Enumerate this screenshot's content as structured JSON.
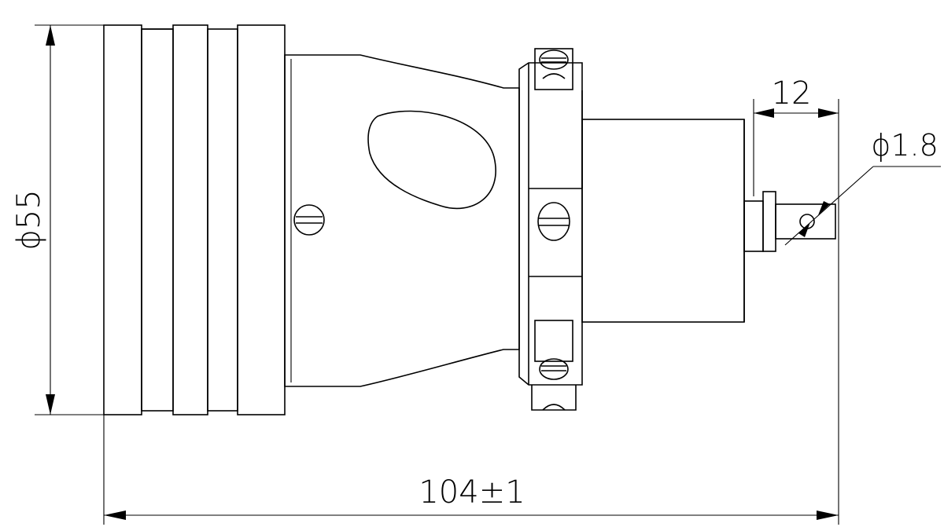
{
  "dimensions": {
    "overall_length": "104±1",
    "diameter_body": "ϕ55",
    "pin_length": "12",
    "pin_diameter": "ϕ1.8"
  },
  "colors": {
    "line": "#000000",
    "background": "#ffffff"
  }
}
